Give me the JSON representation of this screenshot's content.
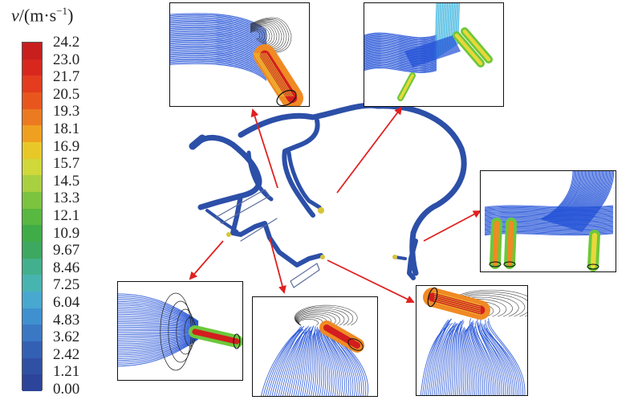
{
  "legend": {
    "variable": "v",
    "unit_prefix": "/(m·s",
    "unit_exp": "−1",
    "unit_suffix": ")",
    "ticks": [
      "24.2",
      "23.0",
      "21.7",
      "20.5",
      "19.3",
      "18.1",
      "16.9",
      "15.7",
      "14.5",
      "13.3",
      "12.1",
      "10.9",
      "9.67",
      "8.46",
      "7.25",
      "6.04",
      "4.83",
      "3.62",
      "2.42",
      "1.21",
      "0.00"
    ],
    "colors": [
      "#c81e1e",
      "#d8281e",
      "#e33c1e",
      "#e8561e",
      "#ec7a20",
      "#f0a020",
      "#e8c828",
      "#d0d83a",
      "#a8d040",
      "#7cc440",
      "#58b840",
      "#40ac48",
      "#3ca860",
      "#42b08c",
      "#48b4b0",
      "#48a8d0",
      "#4090d0",
      "#3a78c4",
      "#3460b4",
      "#3050a4",
      "#2c449a"
    ]
  },
  "colors": {
    "pipe": "#2c4fa8",
    "arrow": "#e02020",
    "stream_blue": "#1f4fd6",
    "stream_cyan": "#3fb6e0",
    "stream_green": "#6cc83a",
    "stream_yellow": "#e8d83a",
    "stream_orange": "#f08a24",
    "stream_red": "#d21e1e"
  }
}
